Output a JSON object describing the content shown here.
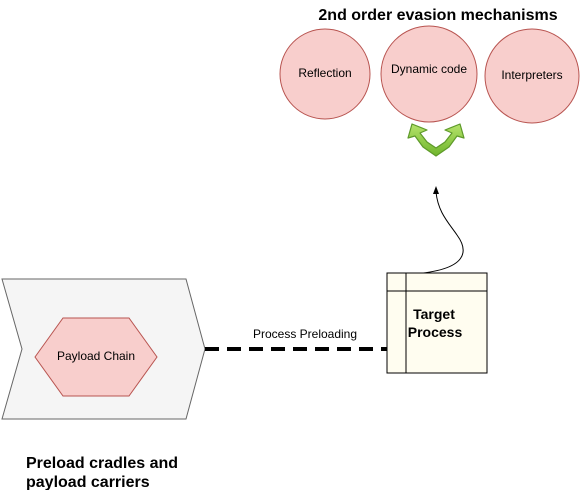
{
  "title": "2nd order evasion mechanisms",
  "mechanisms": {
    "reflection": "Reflection",
    "dynamic_code": "Dynamic code",
    "interpreters": "Interpreters"
  },
  "payload": {
    "chain_label": "Payload Chain",
    "caption_line1": "Preload cradles and",
    "caption_line2": "payload carriers"
  },
  "connector": {
    "label": "Process Preloading"
  },
  "target": {
    "line1": "Target",
    "line2": "Process"
  },
  "colors": {
    "circle_fill": "#f8cecc",
    "circle_stroke": "#b85450",
    "hexagon_fill": "#f8cecc",
    "chevron_fill": "#f5f5f5",
    "target_fill": "#fffdf0",
    "green_arrow": "#8dc63f"
  }
}
